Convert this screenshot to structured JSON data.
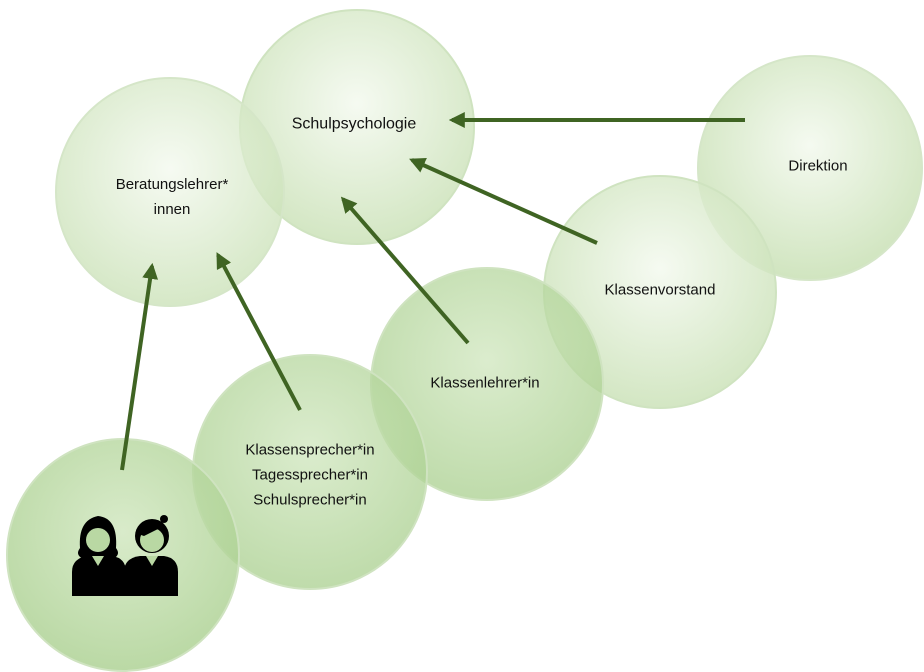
{
  "diagram": {
    "colors": {
      "circle_fill_light": "#f0f7ea",
      "circle_fill_dark": "#b9d8a3",
      "circle_stroke": "#cfe3c0",
      "arrow": "#3f6423",
      "icon": "#000000"
    },
    "nodes": {
      "direktion": {
        "lines": [
          "Direktion"
        ]
      },
      "schulpsychologie": {
        "lines": [
          "Schulpsychologie"
        ]
      },
      "beratungslehrer": {
        "lines": [
          "Beratungslehrer*",
          "innen"
        ]
      },
      "klassenvorstand": {
        "lines": [
          "Klassenvorstand"
        ]
      },
      "klassenlehrer": {
        "lines": [
          "Klassenlehrer*in"
        ]
      },
      "sprecher": {
        "lines": [
          "Klassensprecher*in",
          "Tagessprecher*in",
          "Schulsprecher*in"
        ]
      },
      "students": {
        "icon": "students-icon"
      }
    }
  }
}
